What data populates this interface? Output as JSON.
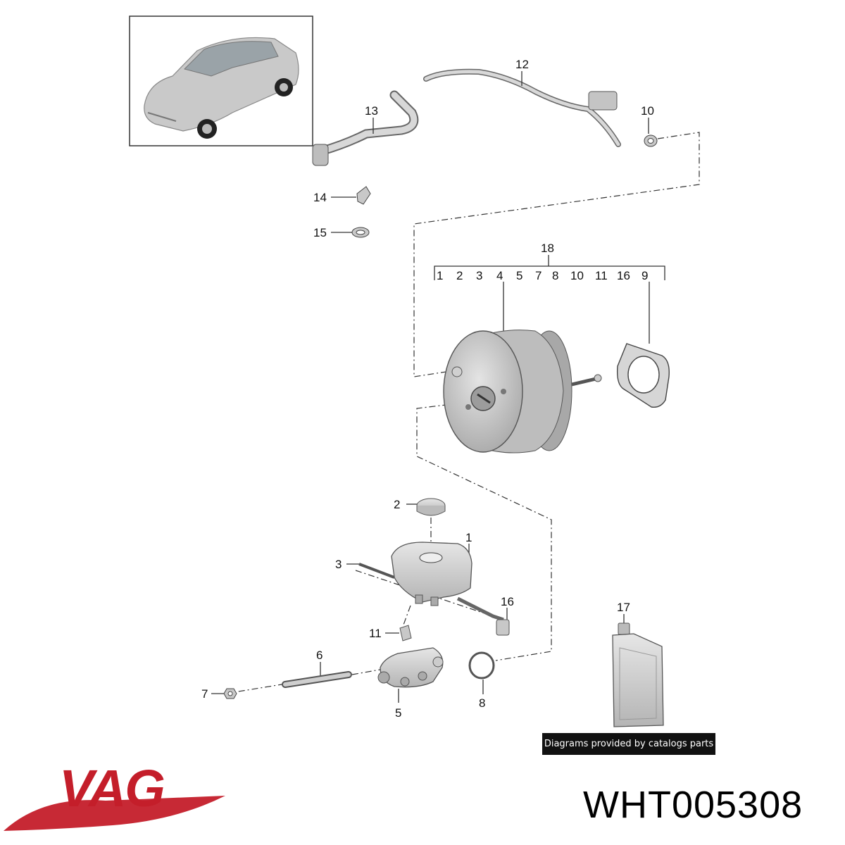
{
  "callouts": {
    "c1": "1",
    "c2": "2",
    "c3": "3",
    "c5": "5",
    "c6": "6",
    "c7": "7",
    "c8": "8",
    "c10": "10",
    "c11": "11",
    "c12": "12",
    "c13": "13",
    "c14": "14",
    "c15": "15",
    "c16": "16",
    "c17": "17",
    "c18": "18"
  },
  "kit_items": [
    "1",
    "2",
    "3",
    "4",
    "5",
    "7",
    "8",
    "10",
    "11",
    "16",
    "9"
  ],
  "credit": "Diagrams provided by catalogs parts",
  "part_number": "WHT005308",
  "brand": "VAG",
  "colors": {
    "brand_red": "#c41e2a",
    "part_gray": "#c8c8c8",
    "line": "#333333"
  }
}
